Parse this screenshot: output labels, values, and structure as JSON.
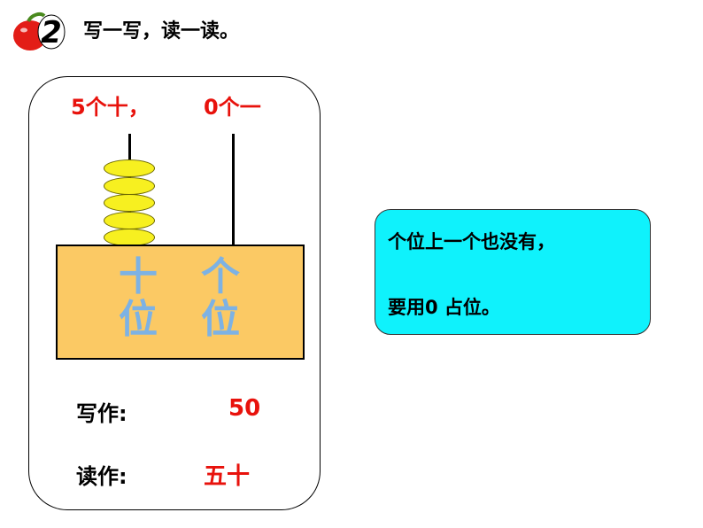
{
  "header": {
    "badge_number": "2",
    "title": "写一写，读一读。"
  },
  "abacus": {
    "tens_label": "5个十，",
    "ones_label": "0个一",
    "tens_beads": 5,
    "ones_beads": 0,
    "columns": {
      "tens_line1": "十",
      "tens_line2": "位",
      "ones_line1": "个",
      "ones_line2": "位"
    }
  },
  "answers": {
    "write_label": "写作:",
    "write_value": "50",
    "read_label": "读作:",
    "read_value": "五十"
  },
  "note": {
    "line1": "个位上一个也没有，",
    "line2": "要用0 占位。"
  },
  "colors": {
    "red_text": "#e8120c",
    "bead_yellow": "#f7f020",
    "counter_orange": "#fbc964",
    "column_blue": "#7db2e4",
    "note_cyan": "#0ff2fc"
  }
}
